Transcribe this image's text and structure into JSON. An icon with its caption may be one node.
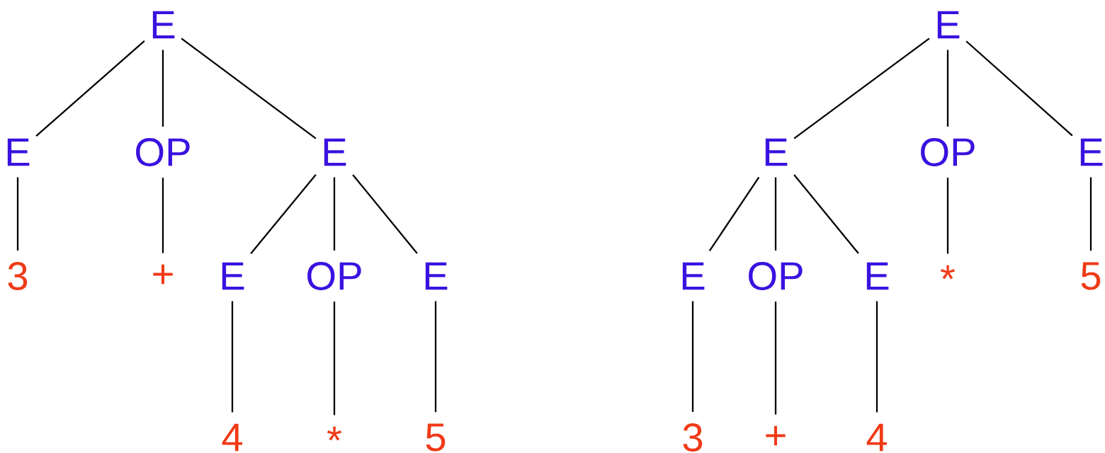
{
  "diagram": {
    "nodes": [
      {
        "text": [
          "E"
        ]
      },
      {
        "text": [
          "E"
        ]
      },
      {
        "text": [
          "OP"
        ]
      },
      {
        "text": [
          "E"
        ]
      },
      {
        "text": [
          "3"
        ]
      },
      {
        "text": [
          "+"
        ]
      },
      {
        "text": [
          "E"
        ]
      },
      {
        "text": [
          "OP"
        ]
      },
      {
        "text": [
          "E"
        ]
      },
      {
        "text": [
          "4"
        ]
      },
      {
        "text": [
          "*"
        ]
      },
      {
        "text": [
          "5"
        ]
      },
      {
        "text": [
          "E"
        ]
      },
      {
        "text": [
          "E"
        ]
      },
      {
        "text": [
          "OP"
        ]
      },
      {
        "text": [
          "E"
        ]
      },
      {
        "text": [
          "E"
        ]
      },
      {
        "text": [
          "OP"
        ]
      },
      {
        "text": [
          "E"
        ]
      },
      {
        "text": [
          "*"
        ]
      },
      {
        "text": [
          "5"
        ]
      },
      {
        "text": [
          "3"
        ]
      },
      {
        "text": [
          "+"
        ]
      },
      {
        "text": [
          "4"
        ]
      }
    ],
    "edges": [
      {
        "from": 0,
        "to": 1,
        "arrow": "none"
      },
      {
        "from": 0,
        "to": 2,
        "arrow": "none"
      },
      {
        "from": 0,
        "to": 3,
        "arrow": "none"
      },
      {
        "from": 1,
        "to": 4,
        "arrow": "none"
      },
      {
        "from": 2,
        "to": 5,
        "arrow": "none"
      },
      {
        "from": 3,
        "to": 6,
        "arrow": "none"
      },
      {
        "from": 3,
        "to": 7,
        "arrow": "none"
      },
      {
        "from": 3,
        "to": 8,
        "arrow": "none"
      },
      {
        "from": 6,
        "to": 9,
        "arrow": "none"
      },
      {
        "from": 7,
        "to": 10,
        "arrow": "none"
      },
      {
        "from": 8,
        "to": 11,
        "arrow": "none"
      },
      {
        "from": 12,
        "to": 13,
        "arrow": "none"
      },
      {
        "from": 12,
        "to": 14,
        "arrow": "none"
      },
      {
        "from": 12,
        "to": 15,
        "arrow": "none"
      },
      {
        "from": 13,
        "to": 16,
        "arrow": "none"
      },
      {
        "from": 13,
        "to": 17,
        "arrow": "none"
      },
      {
        "from": 13,
        "to": 18,
        "arrow": "none"
      },
      {
        "from": 14,
        "to": 19,
        "arrow": "none"
      },
      {
        "from": 15,
        "to": 20,
        "arrow": "none"
      },
      {
        "from": 16,
        "to": 21,
        "arrow": "none"
      },
      {
        "from": 17,
        "to": 22,
        "arrow": "none"
      },
      {
        "from": 18,
        "to": 23,
        "arrow": "none"
      }
    ]
  }
}
